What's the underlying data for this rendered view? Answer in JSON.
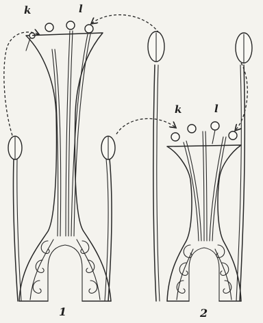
{
  "figure": {
    "labels": {
      "k1": "k",
      "l1": "l",
      "k2": "k",
      "l2": "l",
      "fig1": "1",
      "fig2": "2"
    }
  }
}
